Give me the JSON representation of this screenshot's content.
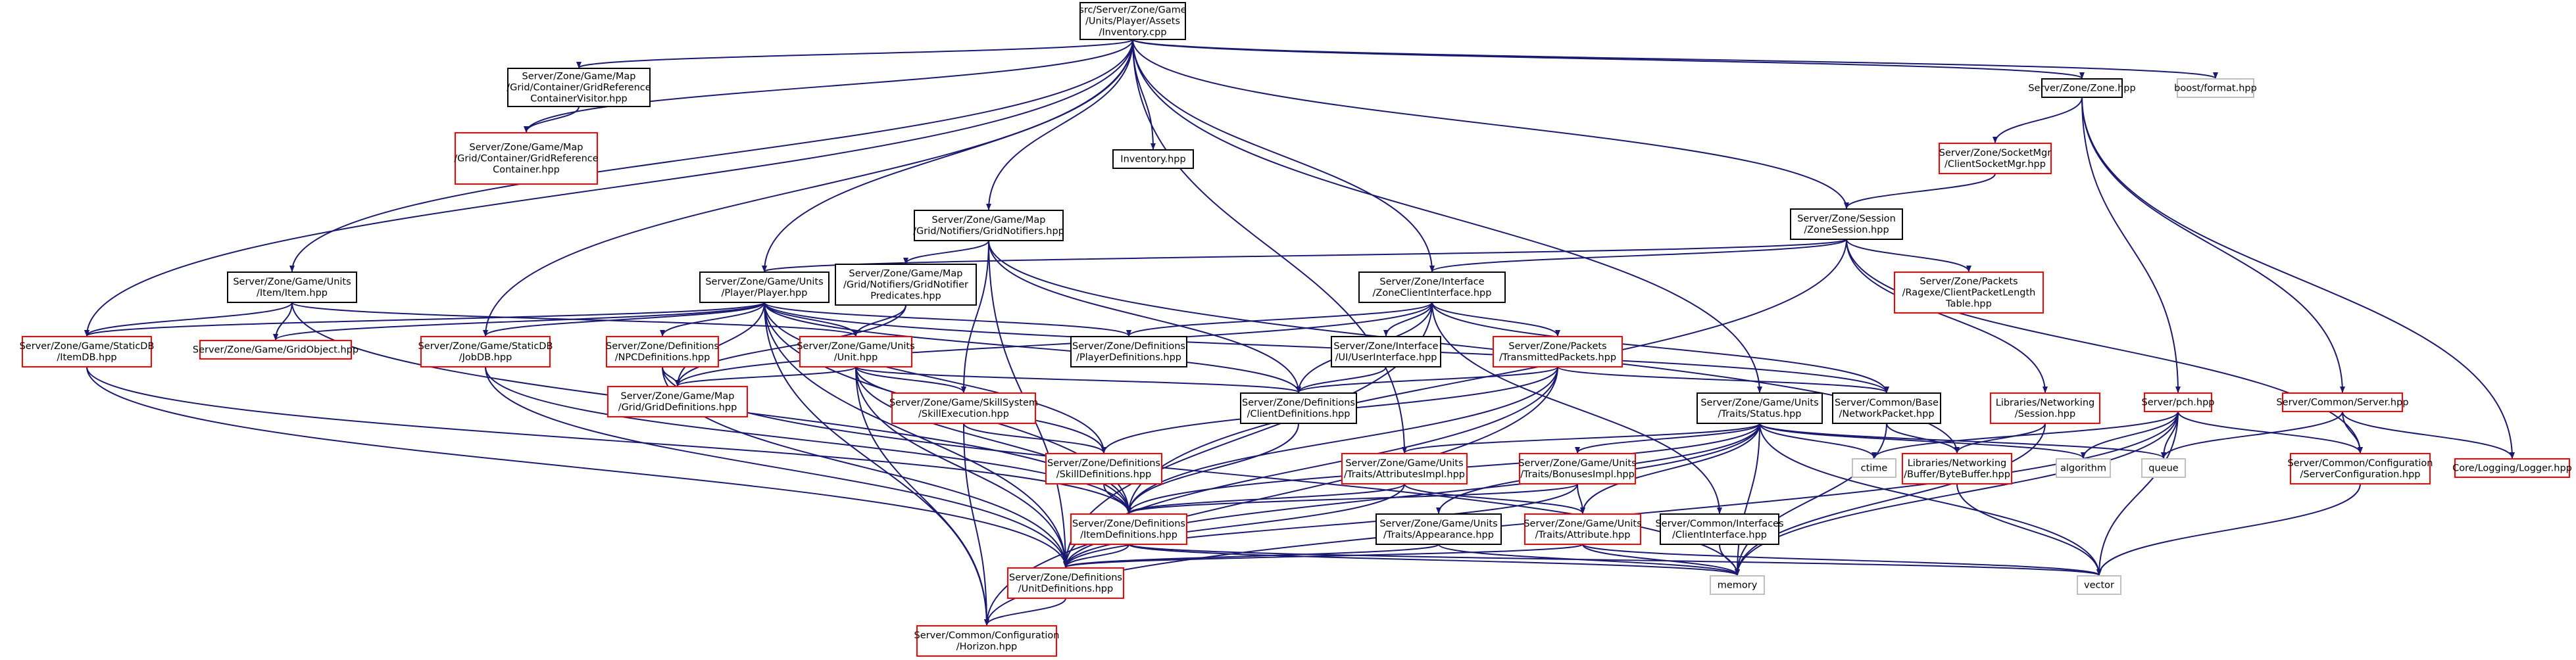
{
  "colors": {
    "edge": "#191970",
    "border_default": "#000000",
    "border_missing": "#bfbfbf",
    "border_truncated": "#ff0000",
    "root_fill": "#bfbfbf"
  },
  "nodes": [
    {
      "id": "root",
      "lines": [
        "src/Server/Zone/Game",
        "/Units/Player/Assets",
        "/Inventory.cpp"
      ],
      "style": "root"
    },
    {
      "id": "gridrefvisitor",
      "lines": [
        "Server/Zone/Game/Map",
        "/Grid/Container/GridReference",
        "ContainerVisitor.hpp"
      ],
      "style": "normal"
    },
    {
      "id": "gridrefcontainer",
      "lines": [
        "Server/Zone/Game/Map",
        "/Grid/Container/GridReference",
        "Container.hpp"
      ],
      "style": "truncated"
    },
    {
      "id": "inventory",
      "lines": [
        "Inventory.hpp"
      ],
      "style": "normal"
    },
    {
      "id": "zone",
      "lines": [
        "Server/Zone/Zone.hpp"
      ],
      "style": "normal"
    },
    {
      "id": "boostformat",
      "lines": [
        "boost/format.hpp"
      ],
      "style": "missing"
    },
    {
      "id": "socketmgr",
      "lines": [
        "Server/Zone/SocketMgr",
        "/ClientSocketMgr.hpp"
      ],
      "style": "truncated"
    },
    {
      "id": "gridnotifiers",
      "lines": [
        "Server/Zone/Game/Map",
        "/Grid/Notifiers/GridNotifiers.hpp"
      ],
      "style": "normal"
    },
    {
      "id": "zonesession",
      "lines": [
        "Server/Zone/Session",
        "/ZoneSession.hpp"
      ],
      "style": "normal"
    },
    {
      "id": "itemhpp",
      "lines": [
        "Server/Zone/Game/Units",
        "/Item/Item.hpp"
      ],
      "style": "normal"
    },
    {
      "id": "playerhpp",
      "lines": [
        "Server/Zone/Game/Units",
        "/Player/Player.hpp"
      ],
      "style": "normal"
    },
    {
      "id": "gridnotifierpred",
      "lines": [
        "Server/Zone/Game/Map",
        "/Grid/Notifiers/GridNotifier",
        "Predicates.hpp"
      ],
      "style": "normal"
    },
    {
      "id": "zoneclientiface",
      "lines": [
        "Server/Zone/Interface",
        "/ZoneClientInterface.hpp"
      ],
      "style": "normal"
    },
    {
      "id": "ragexe",
      "lines": [
        "Server/Zone/Packets",
        "/Ragexe/ClientPacketLength",
        "Table.hpp"
      ],
      "style": "truncated"
    },
    {
      "id": "itemdb",
      "lines": [
        "Server/Zone/Game/StaticDB",
        "/ItemDB.hpp"
      ],
      "style": "truncated"
    },
    {
      "id": "gridobject",
      "lines": [
        "Server/Zone/Game/GridObject.hpp"
      ],
      "style": "truncated"
    },
    {
      "id": "jobdb",
      "lines": [
        "Server/Zone/Game/StaticDB",
        "/JobDB.hpp"
      ],
      "style": "truncated"
    },
    {
      "id": "npcdefs",
      "lines": [
        "Server/Zone/Definitions",
        "/NPCDefinitions.hpp"
      ],
      "style": "truncated"
    },
    {
      "id": "unithpp",
      "lines": [
        "Server/Zone/Game/Units",
        "/Unit.hpp"
      ],
      "style": "truncated"
    },
    {
      "id": "playerdefs",
      "lines": [
        "Server/Zone/Definitions",
        "/PlayerDefinitions.hpp"
      ],
      "style": "normal"
    },
    {
      "id": "uiuseriface",
      "lines": [
        "Server/Zone/Interface",
        "/UI/UserInterface.hpp"
      ],
      "style": "normal"
    },
    {
      "id": "transmitted",
      "lines": [
        "Server/Zone/Packets",
        "/TransmittedPackets.hpp"
      ],
      "style": "truncated"
    },
    {
      "id": "netsession",
      "lines": [
        "Libraries/Networking",
        "/Session.hpp"
      ],
      "style": "truncated"
    },
    {
      "id": "pch",
      "lines": [
        "Server/pch.hpp"
      ],
      "style": "truncated"
    },
    {
      "id": "commonserver",
      "lines": [
        "Server/Common/Server.hpp"
      ],
      "style": "truncated"
    },
    {
      "id": "griddefs",
      "lines": [
        "Server/Zone/Game/Map",
        "/Grid/GridDefinitions.hpp"
      ],
      "style": "truncated"
    },
    {
      "id": "skillexec",
      "lines": [
        "Server/Zone/Game/SkillSystem",
        "/SkillExecution.hpp"
      ],
      "style": "truncated"
    },
    {
      "id": "clientdefs",
      "lines": [
        "Server/Zone/Definitions",
        "/ClientDefinitions.hpp"
      ],
      "style": "normal"
    },
    {
      "id": "statushpp",
      "lines": [
        "Server/Zone/Game/Units",
        "/Traits/Status.hpp"
      ],
      "style": "normal"
    },
    {
      "id": "netpacket",
      "lines": [
        "Server/Common/Base",
        "/NetworkPacket.hpp"
      ],
      "style": "normal"
    },
    {
      "id": "skilldefs",
      "lines": [
        "Server/Zone/Definitions",
        "/SkillDefinitions.hpp"
      ],
      "style": "truncated"
    },
    {
      "id": "attrimpl",
      "lines": [
        "Server/Zone/Game/Units",
        "/Traits/AttributesImpl.hpp"
      ],
      "style": "truncated"
    },
    {
      "id": "bonusimpl",
      "lines": [
        "Server/Zone/Game/Units",
        "/Traits/BonusesImpl.hpp"
      ],
      "style": "truncated"
    },
    {
      "id": "ctime",
      "lines": [
        "ctime"
      ],
      "style": "missing"
    },
    {
      "id": "bytebuffer",
      "lines": [
        "Libraries/Networking",
        "/Buffer/ByteBuffer.hpp"
      ],
      "style": "truncated"
    },
    {
      "id": "algorithm",
      "lines": [
        "algorithm"
      ],
      "style": "missing"
    },
    {
      "id": "queue",
      "lines": [
        "queue"
      ],
      "style": "missing"
    },
    {
      "id": "serverconfig",
      "lines": [
        "Server/Common/Configuration",
        "/ServerConfiguration.hpp"
      ],
      "style": "truncated"
    },
    {
      "id": "logger",
      "lines": [
        "Core/Logging/Logger.hpp"
      ],
      "style": "truncated"
    },
    {
      "id": "itemdefs",
      "lines": [
        "Server/Zone/Definitions",
        "/ItemDefinitions.hpp"
      ],
      "style": "truncated"
    },
    {
      "id": "appearance",
      "lines": [
        "Server/Zone/Game/Units",
        "/Traits/Appearance.hpp"
      ],
      "style": "normal"
    },
    {
      "id": "attribute",
      "lines": [
        "Server/Zone/Game/Units",
        "/Traits/Attribute.hpp"
      ],
      "style": "truncated"
    },
    {
      "id": "clientiface",
      "lines": [
        "Server/Common/Interfaces",
        "/ClientInterface.hpp"
      ],
      "style": "normal"
    },
    {
      "id": "unitdefs",
      "lines": [
        "Server/Zone/Definitions",
        "/UnitDefinitions.hpp"
      ],
      "style": "truncated"
    },
    {
      "id": "memory",
      "lines": [
        "memory"
      ],
      "style": "missing"
    },
    {
      "id": "vector",
      "lines": [
        "vector"
      ],
      "style": "missing"
    },
    {
      "id": "horizon",
      "lines": [
        "Server/Common/Configuration",
        "/Horizon.hpp"
      ],
      "style": "truncated"
    }
  ],
  "edges": [
    [
      "root",
      "gridrefvisitor"
    ],
    [
      "root",
      "gridrefcontainer"
    ],
    [
      "root",
      "inventory"
    ],
    [
      "root",
      "zone"
    ],
    [
      "root",
      "boostformat"
    ],
    [
      "root",
      "gridnotifiers"
    ],
    [
      "root",
      "zonesession"
    ],
    [
      "root",
      "itemhpp"
    ],
    [
      "root",
      "playerhpp"
    ],
    [
      "root",
      "zoneclientiface"
    ],
    [
      "root",
      "itemdb"
    ],
    [
      "root",
      "jobdb"
    ],
    [
      "root",
      "statushpp"
    ],
    [
      "root",
      "attrimpl"
    ],
    [
      "gridrefvisitor",
      "gridrefcontainer"
    ],
    [
      "zone",
      "socketmgr"
    ],
    [
      "zone",
      "pch"
    ],
    [
      "zone",
      "commonserver"
    ],
    [
      "zone",
      "logger"
    ],
    [
      "socketmgr",
      "zonesession"
    ],
    [
      "gridnotifiers",
      "gridnotifierpred"
    ],
    [
      "gridnotifiers",
      "skillexec"
    ],
    [
      "gridnotifiers",
      "clientdefs"
    ],
    [
      "gridnotifiers",
      "bytebuffer"
    ],
    [
      "gridnotifiers",
      "unitdefs"
    ],
    [
      "zonesession",
      "playerhpp"
    ],
    [
      "zonesession",
      "zoneclientiface"
    ],
    [
      "zonesession",
      "ragexe"
    ],
    [
      "zonesession",
      "netsession"
    ],
    [
      "zonesession",
      "serverconfig"
    ],
    [
      "zonesession",
      "itemdefs"
    ],
    [
      "itemhpp",
      "itemdb"
    ],
    [
      "itemhpp",
      "gridobject"
    ],
    [
      "itemhpp",
      "unithpp"
    ],
    [
      "itemhpp",
      "itemdefs"
    ],
    [
      "playerhpp",
      "itemdb"
    ],
    [
      "playerhpp",
      "gridobject"
    ],
    [
      "playerhpp",
      "jobdb"
    ],
    [
      "playerhpp",
      "npcdefs"
    ],
    [
      "playerhpp",
      "unithpp"
    ],
    [
      "playerhpp",
      "playerdefs"
    ],
    [
      "playerhpp",
      "griddefs"
    ],
    [
      "playerhpp",
      "clientdefs"
    ],
    [
      "playerhpp",
      "skilldefs"
    ],
    [
      "playerhpp",
      "itemdefs"
    ],
    [
      "playerhpp",
      "unitdefs"
    ],
    [
      "playerhpp",
      "horizon"
    ],
    [
      "playerhpp",
      "netpacket"
    ],
    [
      "gridnotifierpred",
      "unithpp"
    ],
    [
      "gridnotifierpred",
      "griddefs"
    ],
    [
      "zoneclientiface",
      "playerdefs"
    ],
    [
      "zoneclientiface",
      "uiuseriface"
    ],
    [
      "zoneclientiface",
      "transmitted"
    ],
    [
      "zoneclientiface",
      "netpacket"
    ],
    [
      "zoneclientiface",
      "clientiface"
    ],
    [
      "zoneclientiface",
      "griddefs"
    ],
    [
      "zoneclientiface",
      "clientdefs"
    ],
    [
      "zoneclientiface",
      "unitdefs"
    ],
    [
      "itemdb",
      "itemdefs"
    ],
    [
      "itemdb",
      "unitdefs"
    ],
    [
      "jobdb",
      "unitdefs"
    ],
    [
      "jobdb",
      "itemdefs"
    ],
    [
      "npcdefs",
      "griddefs"
    ],
    [
      "npcdefs",
      "unitdefs"
    ],
    [
      "npcdefs",
      "memory"
    ],
    [
      "unithpp",
      "griddefs"
    ],
    [
      "unithpp",
      "skillexec"
    ],
    [
      "unithpp",
      "clientdefs"
    ],
    [
      "unithpp",
      "skilldefs"
    ],
    [
      "unithpp",
      "itemdefs"
    ],
    [
      "unithpp",
      "unitdefs"
    ],
    [
      "unithpp",
      "horizon"
    ],
    [
      "uiuseriface",
      "clientdefs"
    ],
    [
      "transmitted",
      "clientdefs"
    ],
    [
      "transmitted",
      "skilldefs"
    ],
    [
      "transmitted",
      "itemdefs"
    ],
    [
      "transmitted",
      "unitdefs"
    ],
    [
      "transmitted",
      "netpacket"
    ],
    [
      "transmitted",
      "horizon"
    ],
    [
      "netsession",
      "bytebuffer"
    ],
    [
      "netsession",
      "memory"
    ],
    [
      "pch",
      "ctime"
    ],
    [
      "pch",
      "algorithm"
    ],
    [
      "pch",
      "queue"
    ],
    [
      "pch",
      "serverconfig"
    ],
    [
      "pch",
      "memory"
    ],
    [
      "pch",
      "vector"
    ],
    [
      "pch",
      "horizon"
    ],
    [
      "commonserver",
      "queue"
    ],
    [
      "commonserver",
      "serverconfig"
    ],
    [
      "commonserver",
      "logger"
    ],
    [
      "skillexec",
      "skilldefs"
    ],
    [
      "skillexec",
      "horizon"
    ],
    [
      "clientdefs",
      "itemdefs"
    ],
    [
      "statushpp",
      "attrimpl"
    ],
    [
      "statushpp",
      "bonusimpl"
    ],
    [
      "statushpp",
      "appearance"
    ],
    [
      "statushpp",
      "attribute"
    ],
    [
      "statushpp",
      "ctime"
    ],
    [
      "statushpp",
      "queue"
    ],
    [
      "statushpp",
      "algorithm"
    ],
    [
      "statushpp",
      "memory"
    ],
    [
      "statushpp",
      "vector"
    ],
    [
      "statushpp",
      "unitdefs"
    ],
    [
      "statushpp",
      "itemdefs"
    ],
    [
      "netpacket",
      "bytebuffer"
    ],
    [
      "netpacket",
      "memory"
    ],
    [
      "skilldefs",
      "itemdefs"
    ],
    [
      "attrimpl",
      "attribute"
    ],
    [
      "attrimpl",
      "unitdefs"
    ],
    [
      "attrimpl",
      "itemdefs"
    ],
    [
      "bonusimpl",
      "attribute"
    ],
    [
      "bonusimpl",
      "unitdefs"
    ],
    [
      "bonusimpl",
      "itemdefs"
    ],
    [
      "bytebuffer",
      "vector"
    ],
    [
      "serverconfig",
      "vector"
    ],
    [
      "itemdefs",
      "unitdefs"
    ],
    [
      "itemdefs",
      "memory"
    ],
    [
      "itemdefs",
      "vector"
    ],
    [
      "appearance",
      "unitdefs"
    ],
    [
      "appearance",
      "memory"
    ],
    [
      "attribute",
      "unitdefs"
    ],
    [
      "attribute",
      "memory"
    ],
    [
      "attribute",
      "vector"
    ],
    [
      "clientiface",
      "memory"
    ],
    [
      "unitdefs",
      "horizon"
    ]
  ]
}
